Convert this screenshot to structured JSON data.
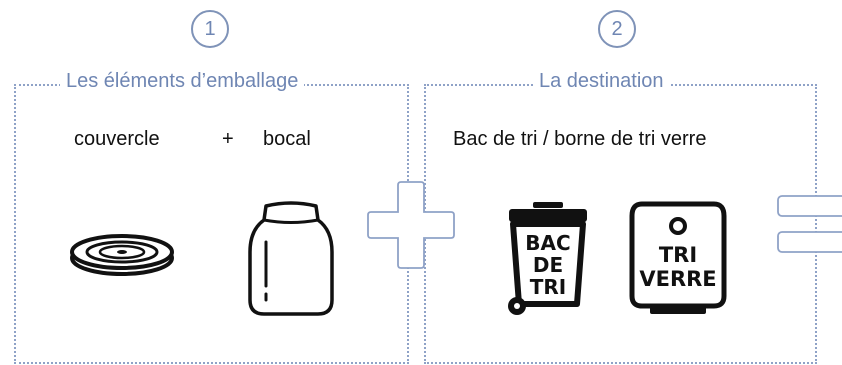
{
  "step1": {
    "number": "1",
    "title": "Les éléments d’emballage"
  },
  "step2": {
    "number": "2",
    "title": "La destination"
  },
  "items": {
    "lid": "couvercle",
    "plus": "+",
    "jar": "bocal"
  },
  "destination": {
    "text": "Bac de tri / borne de tri verre"
  },
  "bin": {
    "line1": "BAC",
    "line2": "DE",
    "line3": "TRI"
  },
  "bank": {
    "line1": "TRI",
    "line2": "VERRE"
  },
  "colors": {
    "accent": "#7f93b8",
    "text": "#111111"
  }
}
